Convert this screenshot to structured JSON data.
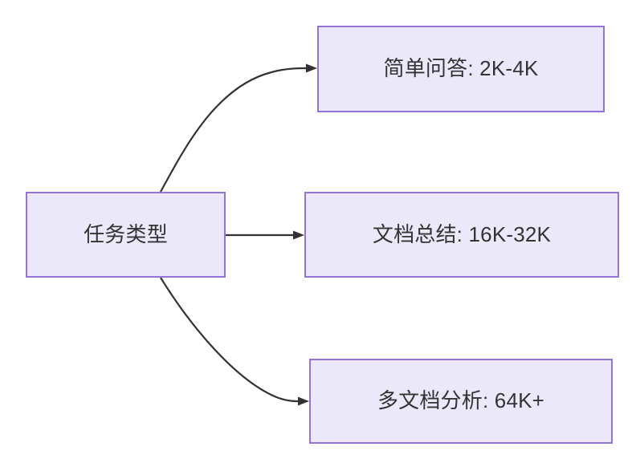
{
  "diagram": {
    "type": "flowchart",
    "direction": "left-to-right",
    "background_color": "#ffffff",
    "node_fill_color": "#ebe8fa",
    "node_border_color": "#9373db",
    "node_text_color": "#333333",
    "edge_color": "#333333",
    "nodes": [
      {
        "id": "source",
        "label": "任务类型",
        "role": "root"
      },
      {
        "id": "simple-qa",
        "label": "简单问答: 2K-4K",
        "role": "leaf"
      },
      {
        "id": "doc-summary",
        "label": "文档总结: 16K-32K",
        "role": "leaf"
      },
      {
        "id": "multi-doc",
        "label": "多文档分析: 64K+",
        "role": "leaf"
      }
    ],
    "edges": [
      {
        "id": "edge-source-simple-qa",
        "from": "source",
        "to": "simple-qa",
        "style": "curved",
        "arrow": "single"
      },
      {
        "id": "edge-source-doc-summary",
        "from": "source",
        "to": "doc-summary",
        "style": "straight",
        "arrow": "single"
      },
      {
        "id": "edge-source-multi-doc",
        "from": "source",
        "to": "multi-doc",
        "style": "curved",
        "arrow": "single"
      }
    ]
  }
}
